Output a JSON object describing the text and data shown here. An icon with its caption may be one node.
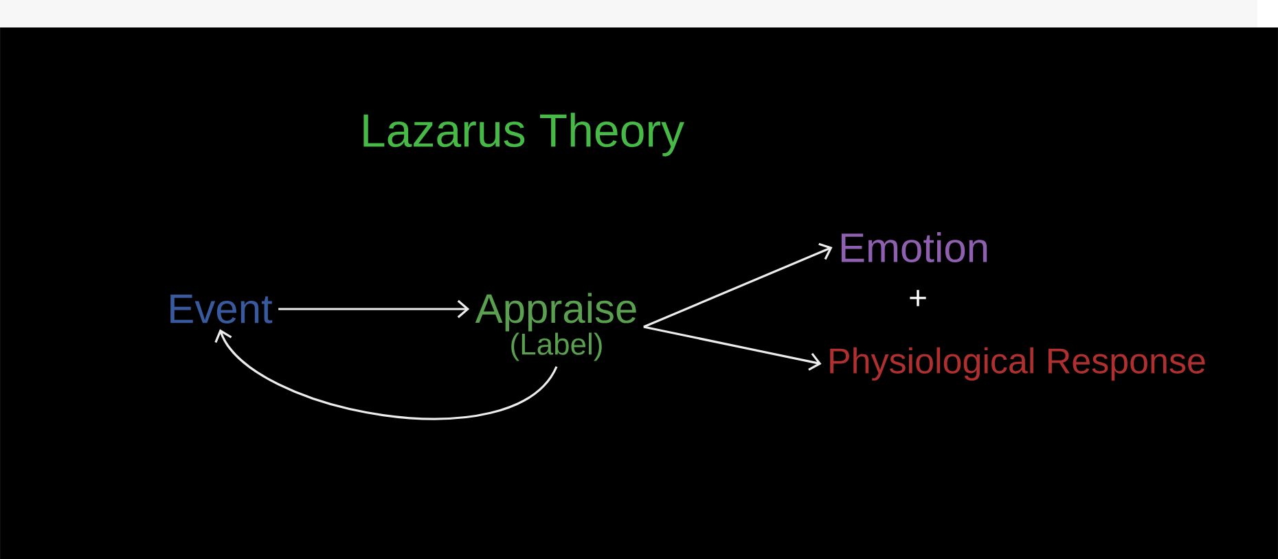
{
  "diagram": {
    "title": "Lazarus Theory",
    "nodes": [
      {
        "text": [
          "Event"
        ]
      },
      {
        "text": [
          "Appraise",
          "(Label)"
        ]
      },
      {
        "text": [
          "Emotion"
        ]
      },
      {
        "text": [
          "Physiological Response"
        ]
      }
    ],
    "edges": [
      {
        "from": 0,
        "to": 1,
        "arrow": "to"
      },
      {
        "from": 1,
        "to": 2,
        "arrow": "to"
      },
      {
        "from": 1,
        "to": 3,
        "arrow": "to"
      },
      {
        "from": 1,
        "to": 0,
        "arrow": "to"
      }
    ],
    "labels": [
      "+"
    ]
  }
}
